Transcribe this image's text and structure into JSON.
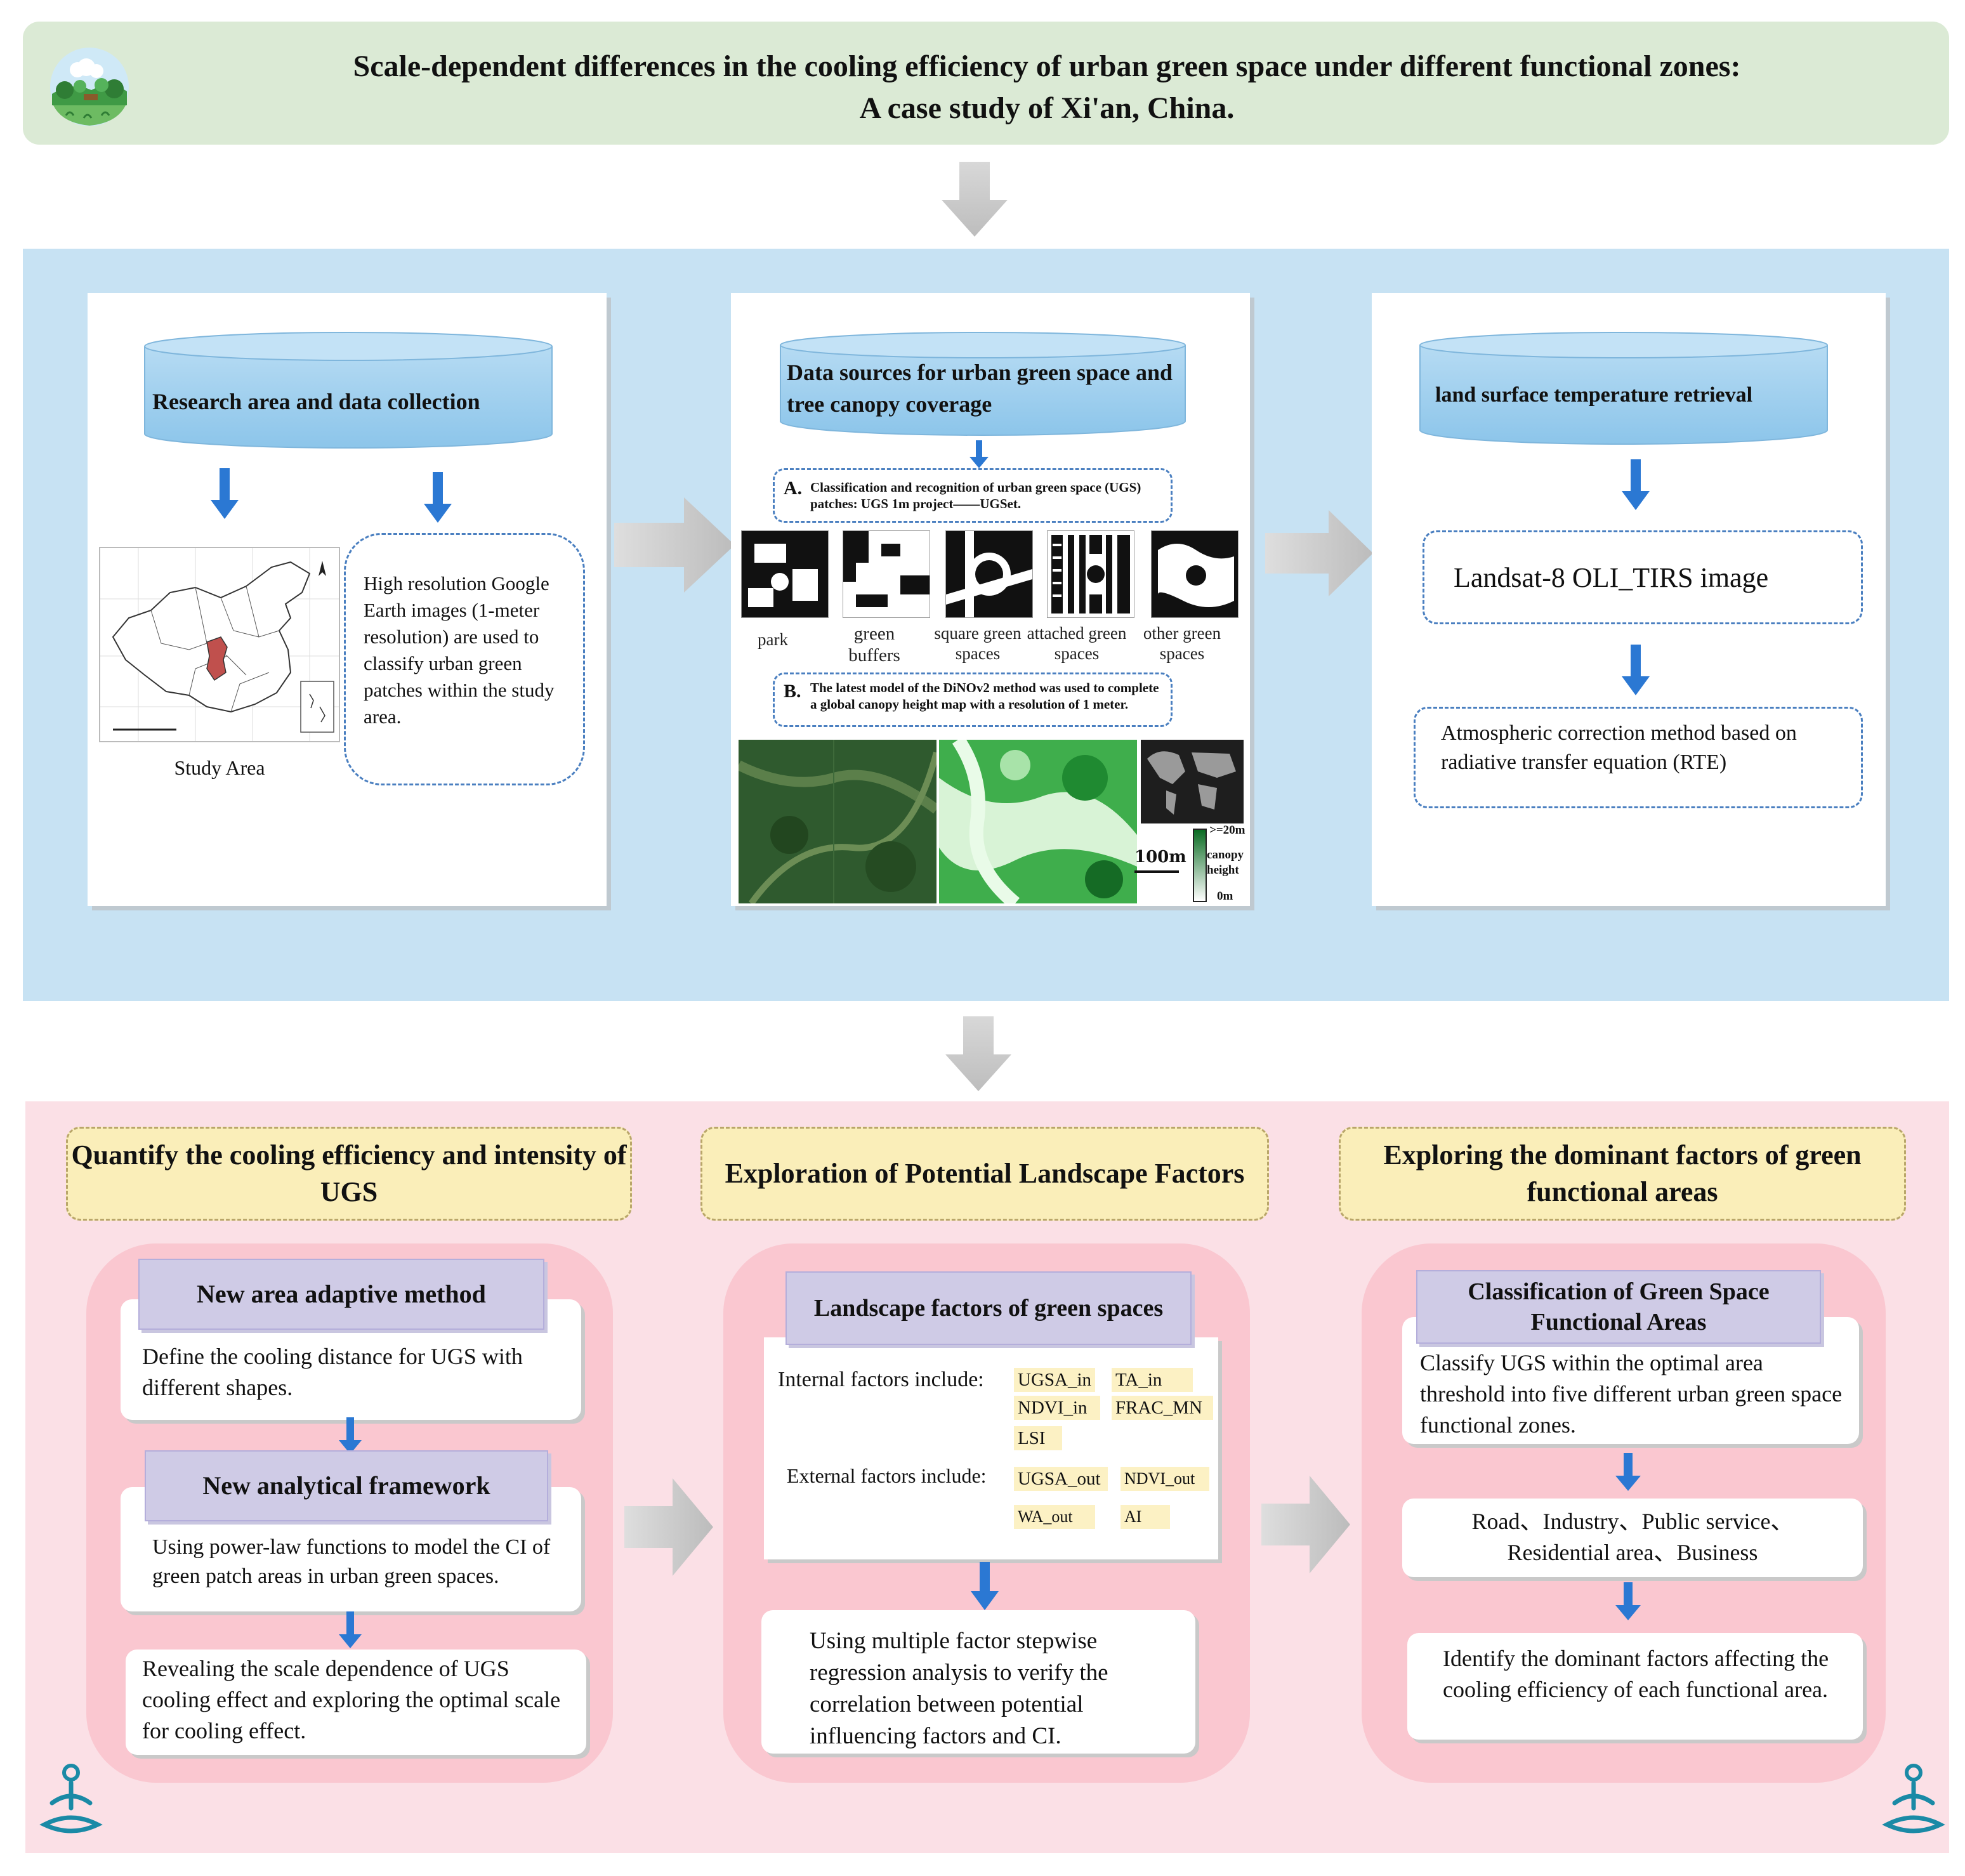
{
  "header": {
    "title_line1": "Scale-dependent differences in the cooling efficiency of urban green space under different functional zones:",
    "title_line2": "A case study of Xi'an, China."
  },
  "top_section": {
    "card1": {
      "cylinder_label": "Research area and data collection",
      "map_caption": "Study   Area",
      "description": "High resolution Google Earth images (1-meter resolution) are used to classify urban green patches within the study area."
    },
    "card2": {
      "cylinder_label": "Data sources for urban green space and tree canopy coverage",
      "box_a_letter": "A.",
      "box_a_text": "Classification and recognition of urban green space (UGS) patches:  UGS 1m project——UGSet.",
      "types": [
        "park",
        "green buffers",
        "square green spaces",
        "attached green spaces",
        "other green spaces"
      ],
      "box_b_letter": "B.",
      "box_b_text": "The latest model of the DiNOv2 method was used to complete a global canopy height map with a resolution of 1 meter.",
      "scale_bar": "100m",
      "legend_max": ">=20m",
      "legend_title_1": "canopy",
      "legend_title_2": "height",
      "legend_min": "0m"
    },
    "card3": {
      "cylinder_label": "land surface temperature retrieval",
      "box1": "Landsat-8 OLI_TIRS image",
      "box2": "Atmospheric correction method based on radiative transfer equation (RTE)"
    }
  },
  "bottom_section": {
    "col1": {
      "header": "Quantify the cooling efficiency and intensity of UGS",
      "step1_title": "New area adaptive method",
      "step1_text": "Define the cooling distance for UGS with different shapes.",
      "step2_title": "New analytical framework",
      "step2_text": "Using power-law functions to model the CI of green patch areas in urban green spaces.",
      "step3_text": "Revealing the scale dependence of UGS cooling effect and exploring the optimal scale for cooling effect."
    },
    "col2": {
      "header": "Exploration of Potential Landscape Factors",
      "factors_title": "Landscape factors of green spaces",
      "internal_label": "Internal factors include:",
      "internal_tags": [
        "UGSA_in",
        "TA_in",
        "NDVI_in",
        "FRAC_MN",
        "LSI"
      ],
      "external_label": "External factors include:",
      "external_tags": [
        "UGSA_out",
        "NDVI_out",
        "WA_out",
        "AI"
      ],
      "analysis_text": "Using multiple factor stepwise regression analysis to verify the correlation between potential influencing factors and CI."
    },
    "col3": {
      "header": "Exploring the dominant factors of green functional areas",
      "class_title": "Classification of Green Space Functional Areas",
      "class_text": "Classify UGS within the optimal area threshold into five different urban green space functional zones.",
      "zones_line1": "Road、Industry、Public service、",
      "zones_line2": "Residential area、Business",
      "identify_text": "Identify the dominant factors affecting the cooling efficiency of each functional area."
    }
  },
  "colors": {
    "header_bg": "#dbead5",
    "blue_panel": "#c7e2f3",
    "cylinder": "#9ccdec",
    "pink_panel": "#fbe0e6",
    "pink_round": "#fac7d0",
    "yellow_header": "#faeeb9",
    "lavender": "#cfcbe6",
    "arrow_blue": "#2b78d3",
    "arrow_grey": "#c9c9c9"
  }
}
